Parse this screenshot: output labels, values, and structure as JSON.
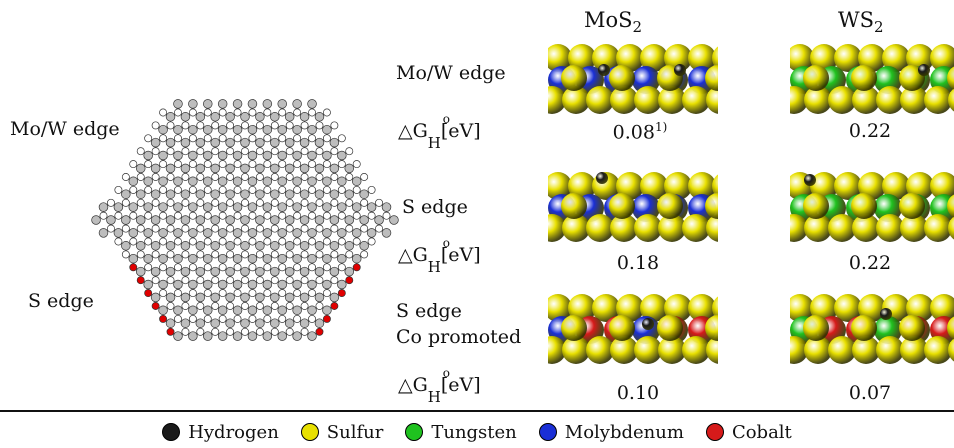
{
  "columns": {
    "mos2": "MoS",
    "mos2_sub": "2",
    "ws2": "WS",
    "ws2_sub": "2"
  },
  "lattice_labels": {
    "mow_edge": "Mo/W edge",
    "s_edge": "S edge"
  },
  "rows": {
    "row1_label": "Mo/W edge",
    "s_edge_label": "S edge",
    "s_edge_co_line1": "S edge",
    "s_edge_co_line2": "Co promoted",
    "dg_symbol": "△G",
    "dg_sub": "H",
    "dg_deg": "o",
    "dg_unit": "[eV]"
  },
  "values": {
    "mow_mos2": "0.08",
    "mow_mos2_note": "1)",
    "mow_ws2": "0.22",
    "s_mos2": "0.18",
    "s_ws2": "0.22",
    "co_mos2": "0.10",
    "co_ws2": "0.07"
  },
  "legend": [
    {
      "label": "Hydrogen",
      "color": "#1a1a1a"
    },
    {
      "label": "Sulfur",
      "color": "#e8e000"
    },
    {
      "label": "Tungsten",
      "color": "#1fc21f"
    },
    {
      "label": "Molybdenum",
      "color": "#1a2fd6"
    },
    {
      "label": "Cobalt",
      "color": "#d61a1a"
    }
  ]
}
